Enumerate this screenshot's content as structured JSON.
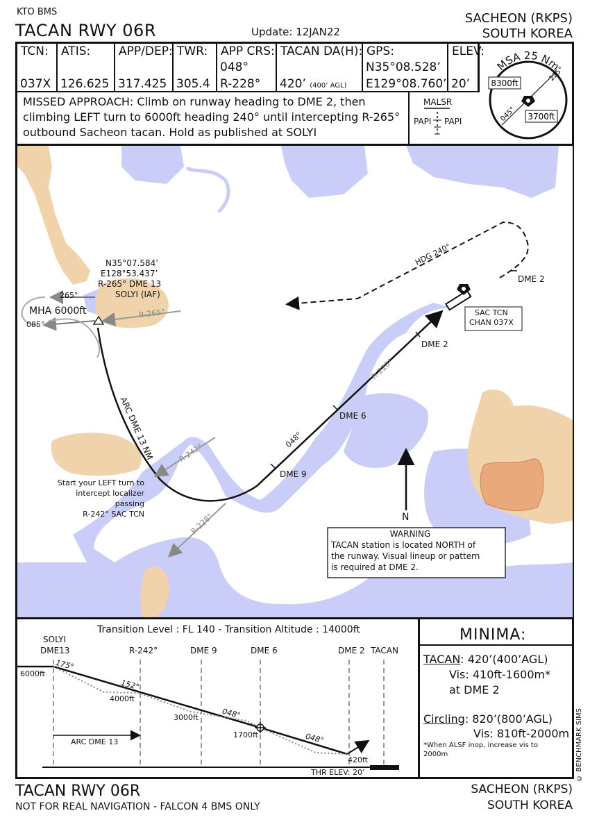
{
  "header": {
    "source": "KTO BMS",
    "title": "TACAN RWY 06R",
    "update": "Update: 12JAN22",
    "airport": "SACHEON (RKPS)",
    "country": "SOUTH KOREA"
  },
  "freq_table": [
    {
      "label": "TCN:",
      "value": "037X"
    },
    {
      "label": "ATIS:",
      "value": "126.625"
    },
    {
      "label": "APP/DEP:",
      "value": "317.425"
    },
    {
      "label": "TWR:",
      "value": "305.4"
    },
    {
      "label": "APP CRS:",
      "value_top": "048°",
      "value": "R-228°"
    },
    {
      "label": "TACAN DA(H):",
      "value": "420’",
      "value_small": "(400’ AGL)"
    },
    {
      "label": "GPS:",
      "value_top": "N35°08.528’",
      "value": "E129°08.760’"
    },
    {
      "label": "ELEV:",
      "value": "20’"
    }
  ],
  "msa": {
    "title": "MSA 25 Nm",
    "alt_north": "8300ft",
    "alt_south": "3700ft",
    "radial_1": "225°",
    "radial_2": "045°"
  },
  "missed_approach": "MISSED APPROACH: Climb on runway heading to DME 2, then climbing LEFT turn to 6000ft heading 240° until intercepting R-265° outbound Sacheon tacan. Hold as published at SOLYI",
  "lighting": {
    "approach": "MALSR",
    "left": "PAPI",
    "right": "PAPI"
  },
  "plan_view": {
    "fix_coords_1": "N35°07.584’",
    "fix_coords_2": "E128°53.437’",
    "fix_radial": "R-265° DME 13",
    "fix_name": "SOLYI (IAF)",
    "hold_inbound": "265°",
    "hold_outbound": "085°",
    "mha": "MHA 6000ft",
    "radial_265": "R-265°",
    "arc_label": "ARC DME 13 NM",
    "radial_242": "R-242°",
    "lead_note_1": "Start your LEFT turn to",
    "lead_note_2": "intercept localizer passing",
    "lead_note_3": "R-242° SAC TCN",
    "radial_228_lower": "R-228°",
    "final_course": "048°",
    "radial_228_upper": "R-228°",
    "dme_9": "DME 9",
    "dme_6": "DME 6",
    "dme_2": "DME 2",
    "dme_2_missed": "DME 2",
    "hdg": "HDG 240°",
    "tcn_label_1": "SAC TCN",
    "tcn_label_2": "CHAN 037X",
    "north": "N",
    "warning_title": "WARNING",
    "warning_1": "TACAN station is located NORTH of",
    "warning_2": "the runway. Visual lineup or pattern",
    "warning_3": "is required at DME 2."
  },
  "profile": {
    "transition": "Transition Level : FL 140  -  Transition Altitude : 14000ft",
    "fixes": [
      "SOLYI",
      "DME13",
      "R-242°",
      "DME 9",
      "DME 6",
      "DME 2",
      "TACAN"
    ],
    "alt_6000": "6000ft",
    "crs_175": "175°",
    "crs_152": "152°",
    "alt_4000": "4000ft",
    "alt_3000": "3000ft",
    "crs_048a": "048°",
    "alt_1700": "1700ft",
    "crs_048b": "048°",
    "alt_420": "420ft",
    "arc": "ARC DME 13",
    "thr_elev": "THR ELEV: 20’"
  },
  "minima": {
    "title": "MINIMA:",
    "tacan_label": "TACAN",
    "tacan_value": ": 420’(400’AGL)",
    "tacan_vis": "Vis: 410ft-1600m*",
    "tacan_at": "at DME 2",
    "circling_label": "Circling",
    "circling_value": ": 820’(800’AGL)",
    "circling_vis": "Vis: 810ft-2000m",
    "note": "*When ALSF inop, increase vis to 2000m"
  },
  "footer": {
    "title": "TACAN RWY 06R",
    "note": "NOT FOR REAL NAVIGATION - FALCON 4 BMS ONLY",
    "airport": "SACHEON (RKPS)",
    "country": "SOUTH KOREA",
    "copyright": "© BENCHMARK SIMS"
  },
  "colors": {
    "water": "#c9cdf7",
    "land": "#f0d3aa",
    "high_terrain": "#e9a97a",
    "ink": "#111111"
  }
}
